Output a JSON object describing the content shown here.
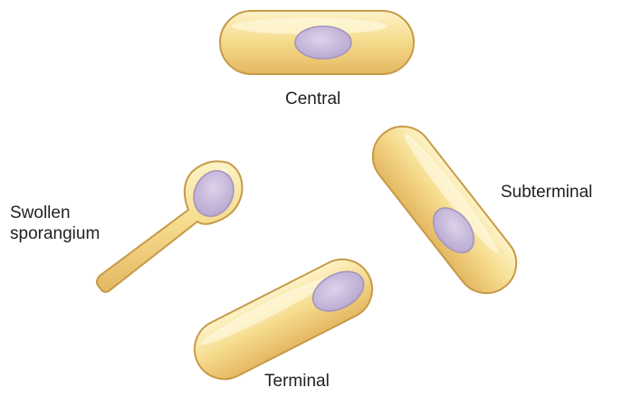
{
  "figure": {
    "labels": {
      "central": "Central",
      "subterminal": "Subterminal",
      "swollen_line1": "Swollen",
      "swollen_line2": "sporangium",
      "terminal": "Terminal"
    },
    "colors": {
      "cell_fill_light": "#fdf1c0",
      "cell_fill_mid": "#f3d98a",
      "cell_fill_dark": "#e2b65c",
      "cell_outline": "#c79a48",
      "spore_fill": "#c7b9d9",
      "spore_outline": "#a393bd",
      "label_text": "#222222"
    }
  }
}
